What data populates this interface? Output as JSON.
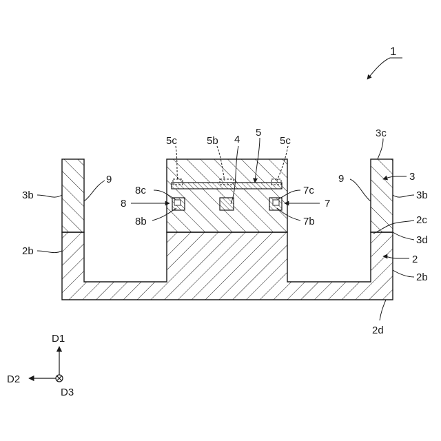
{
  "figure_ref": "1",
  "labels": {
    "ref_1": "1",
    "ref_3c": "3c",
    "ref_5c_left": "5c",
    "ref_5b": "5b",
    "ref_4": "4",
    "ref_5": "5",
    "ref_5c_right": "5c",
    "ref_3_right": "3",
    "ref_3b_left": "3b",
    "ref_9_left": "9",
    "ref_9_right": "9",
    "ref_3b_right": "3b",
    "ref_8c": "8c",
    "ref_7c": "7c",
    "ref_8": "8",
    "ref_7": "7",
    "ref_8b": "8b",
    "ref_7b": "7b",
    "ref_2c": "2c",
    "ref_3d": "3d",
    "ref_2b_left": "2b",
    "ref_2_right": "2",
    "ref_2b_right": "2b",
    "ref_2d": "2d"
  },
  "axes": {
    "d1": "D1",
    "d2": "D2",
    "d3": "D3"
  },
  "colors": {
    "stroke": "#1a1a1a",
    "background": "#ffffff"
  }
}
